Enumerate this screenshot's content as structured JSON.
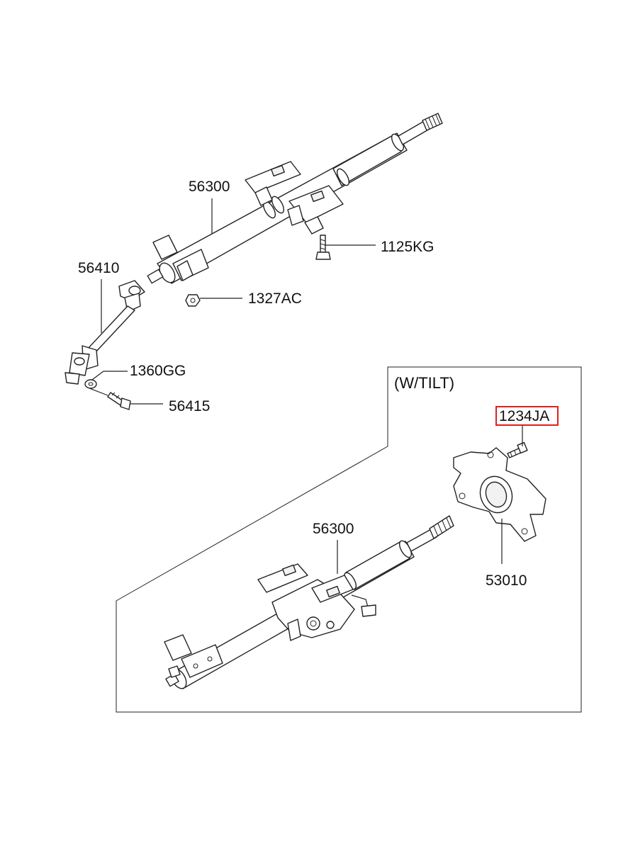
{
  "variant_box": {
    "label": "(W/TILT)"
  },
  "callouts": {
    "column_upper": "56300",
    "bolt_bracket": "1125KG",
    "nut": "1327AC",
    "u_joint_shaft": "56410",
    "washer": "1360GG",
    "joint_bolt": "56415",
    "tilt_bolt": "1234JA",
    "column_tilt": "56300",
    "tilt_bracket": "53010"
  },
  "highlight": {
    "part": "1234JA",
    "color": "#e01e1e"
  }
}
